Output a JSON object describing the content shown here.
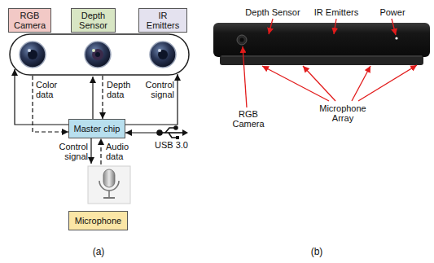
{
  "diagram": {
    "nodes": [
      {
        "text": [
          "RGB Camera"
        ]
      },
      {
        "text": [
          "Depth Sensor"
        ]
      },
      {
        "text": [
          "IR Emitters"
        ]
      },
      {
        "text": [
          "Master chip"
        ]
      },
      {
        "text": [
          "Microphone"
        ]
      }
    ],
    "labels": [
      "Color data",
      "Depth data",
      "Control signal",
      "USB 3.0",
      "Control signal",
      "Audio data",
      "(a)",
      "Depth Sensor",
      "IR Emitters",
      "Power",
      "RGB Camera",
      "Microphone Array",
      "(b)"
    ]
  }
}
